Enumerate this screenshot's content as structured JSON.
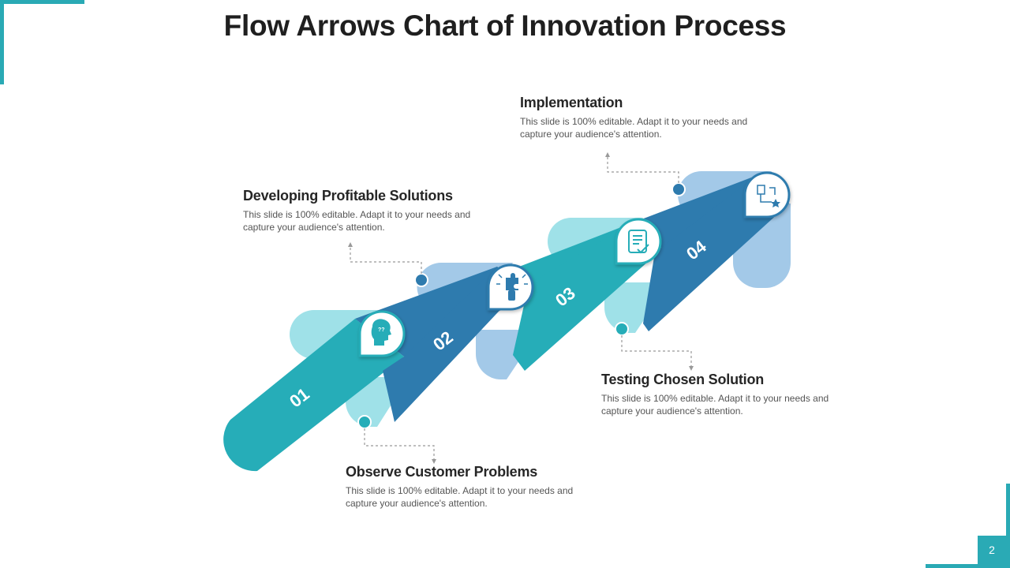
{
  "title": "Flow Arrows Chart of Innovation Process",
  "page_number": "2",
  "colors": {
    "teal": "#26adb8",
    "light_teal": "#9fe1e8",
    "blue": "#2e7bae",
    "light_blue": "#a3c9e8",
    "connector": "#999999"
  },
  "steps": [
    {
      "number": "01",
      "heading": "Observe Customer Problems",
      "description": "This slide is 100% editable. Adapt it to your needs and capture your audience's attention.",
      "icon": "thinking-head-icon"
    },
    {
      "number": "02",
      "heading": "Developing Profitable Solutions",
      "description": "This slide is 100% editable. Adapt it to your needs and capture your audience's attention.",
      "icon": "puzzle-hand-icon"
    },
    {
      "number": "03",
      "heading": "Testing Chosen Solution",
      "description": "This slide is 100% editable. Adapt it to your needs and capture your audience's attention.",
      "icon": "checklist-document-icon"
    },
    {
      "number": "04",
      "heading": "Implementation",
      "description": "This slide is 100% editable. Adapt it to your needs and capture your audience's attention.",
      "icon": "workflow-star-icon"
    }
  ]
}
